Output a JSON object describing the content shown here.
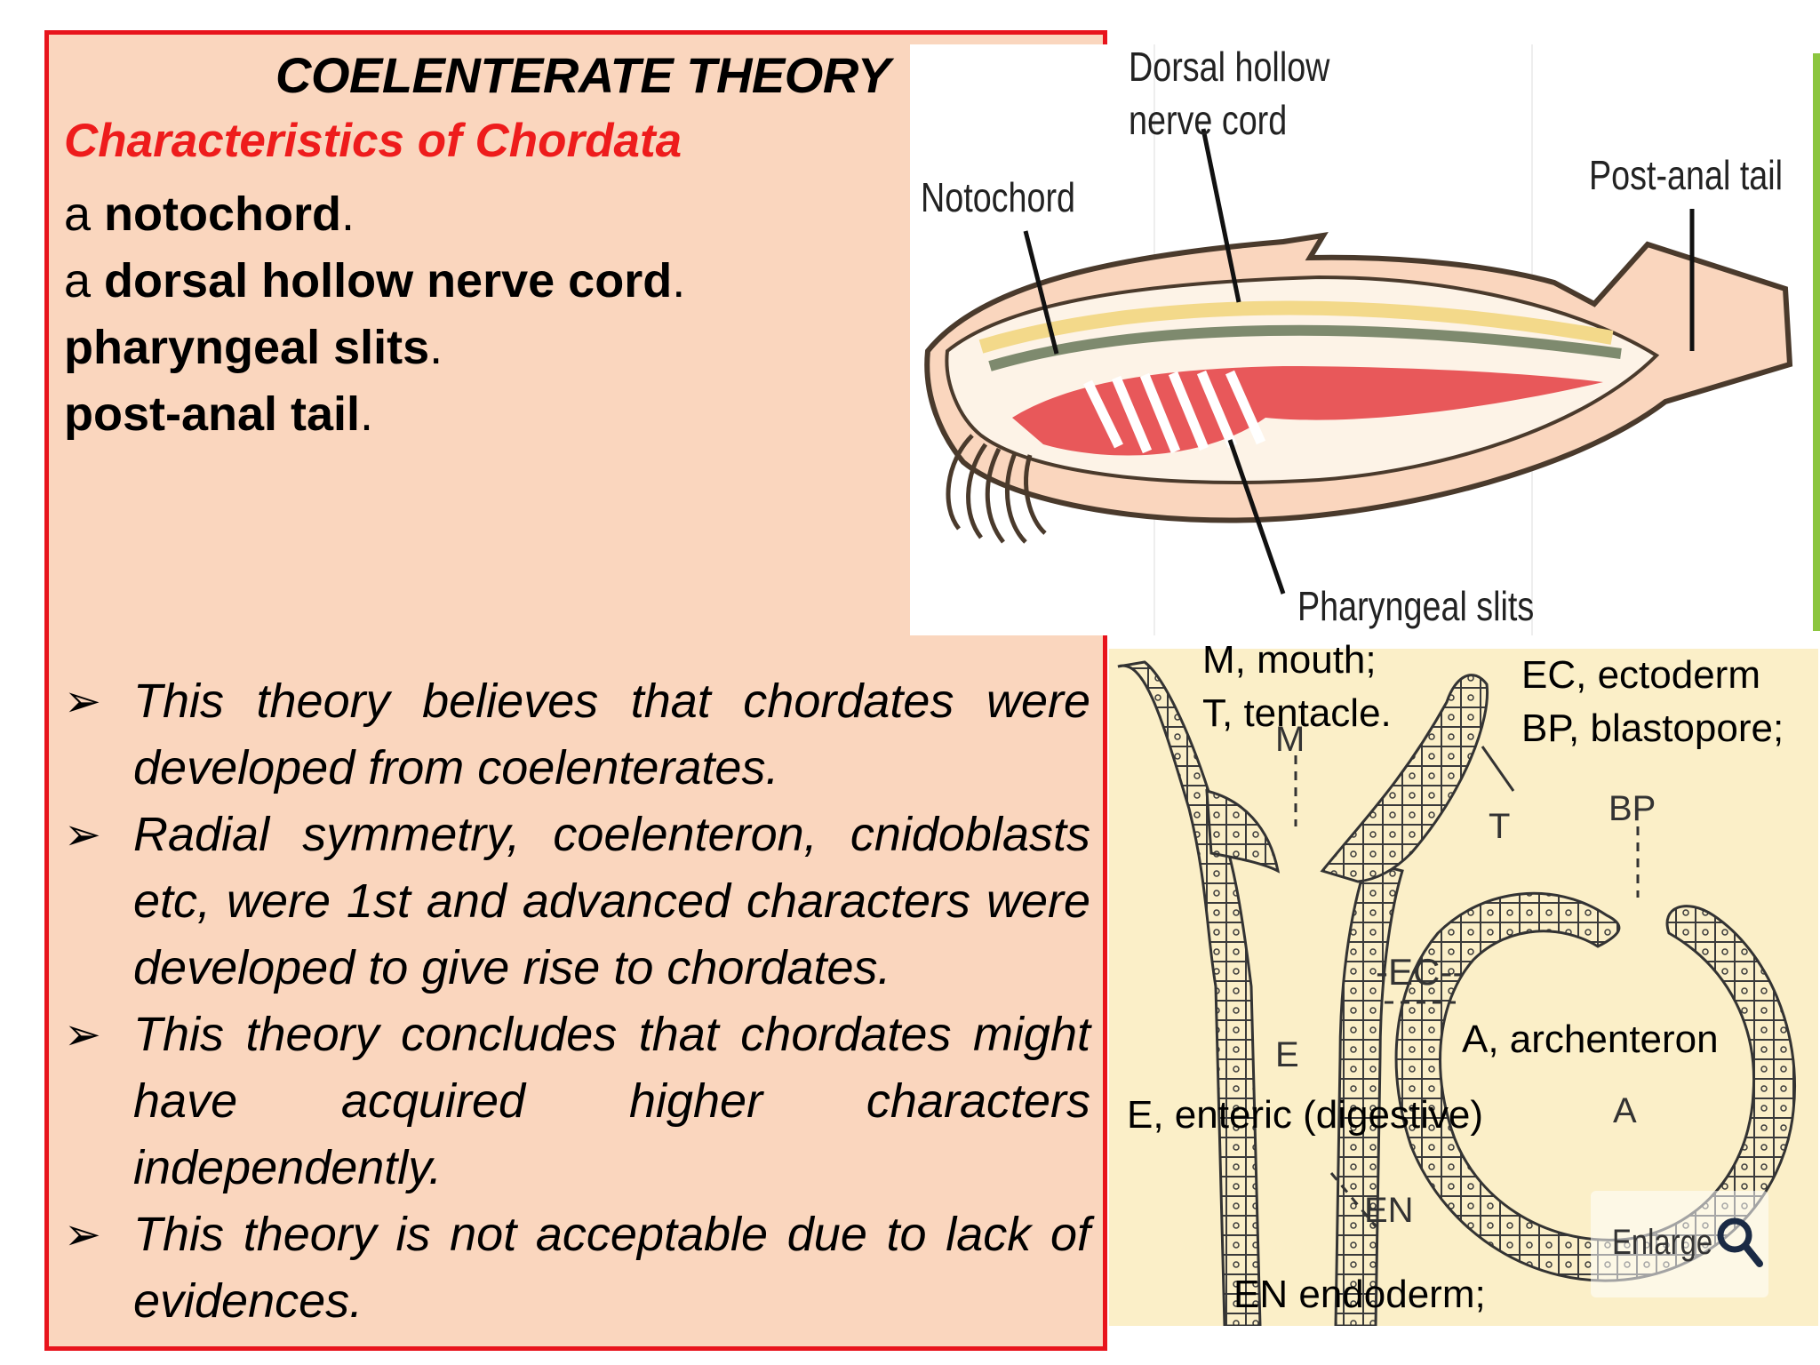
{
  "slide": {
    "title": "COELENTERATE THEORY",
    "subtitle": "Characteristics of Chordata",
    "characteristics": [
      {
        "prefix": "a ",
        "bold": "notochord",
        "suffix": "."
      },
      {
        "prefix": "a ",
        "bold": "dorsal hollow nerve cord",
        "suffix": "."
      },
      {
        "prefix": "",
        "bold": "pharyngeal slits",
        "suffix": "."
      },
      {
        "prefix": "",
        "bold": "post-anal tail",
        "suffix": "."
      }
    ],
    "bullets": [
      "This theory believes that chordates were developed from coelenterates.",
      "Radial symmetry, coelenteron, cnidoblasts etc, were 1st and advanced characters were developed to give rise to chordates.",
      "This theory concludes that chordates might have acquired higher characters independently.",
      "This theory is not acceptable due to lack of evidences."
    ],
    "bullet_symbol": "➢"
  },
  "figure_top": {
    "labels": {
      "dorsal_line1": "Dorsal hollow",
      "dorsal_line2": "nerve cord",
      "notochord": "Notochord",
      "post_anal": "Post-anal tail",
      "pharyngeal": "Pharyngeal slits"
    }
  },
  "figure_bottom": {
    "legend": {
      "mouth": "M, mouth;",
      "tentacle": "T, tentacle.",
      "ectoderm": "EC, ectoderm",
      "blastopore": "BP, blastopore;",
      "archenteron": "A, archenteron",
      "enteric": "E, enteric (digestive)",
      "endoderm": "EN endoderm;"
    },
    "letters": {
      "m": "M",
      "t": "T",
      "bp": "BP",
      "ec": "-EC--",
      "e": "E",
      "a": "A",
      "en": "EN"
    },
    "enlarge_label": "Enlarge"
  },
  "colors": {
    "panel_bg": "#fad6be",
    "border": "#e8141c",
    "subtitle": "#ee1c1c",
    "body_outline": "#5a4a3a",
    "pharynx": "#e8585a",
    "nerve_cord": "#f3d98a",
    "notochord": "#7e8a6e",
    "tissue": "#fbefc8",
    "green_bar": "#8cc63f"
  }
}
